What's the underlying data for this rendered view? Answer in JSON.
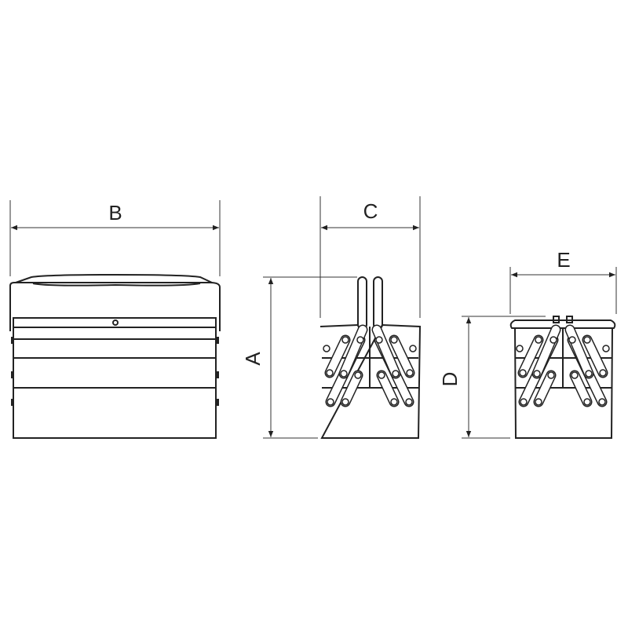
{
  "dimensions": {
    "width_label": "B",
    "depth_label": "C",
    "height_label": "A",
    "closed_height_label": "D",
    "closed_depth_label": "E"
  },
  "colors": {
    "line": "#222222",
    "background": "#ffffff"
  }
}
